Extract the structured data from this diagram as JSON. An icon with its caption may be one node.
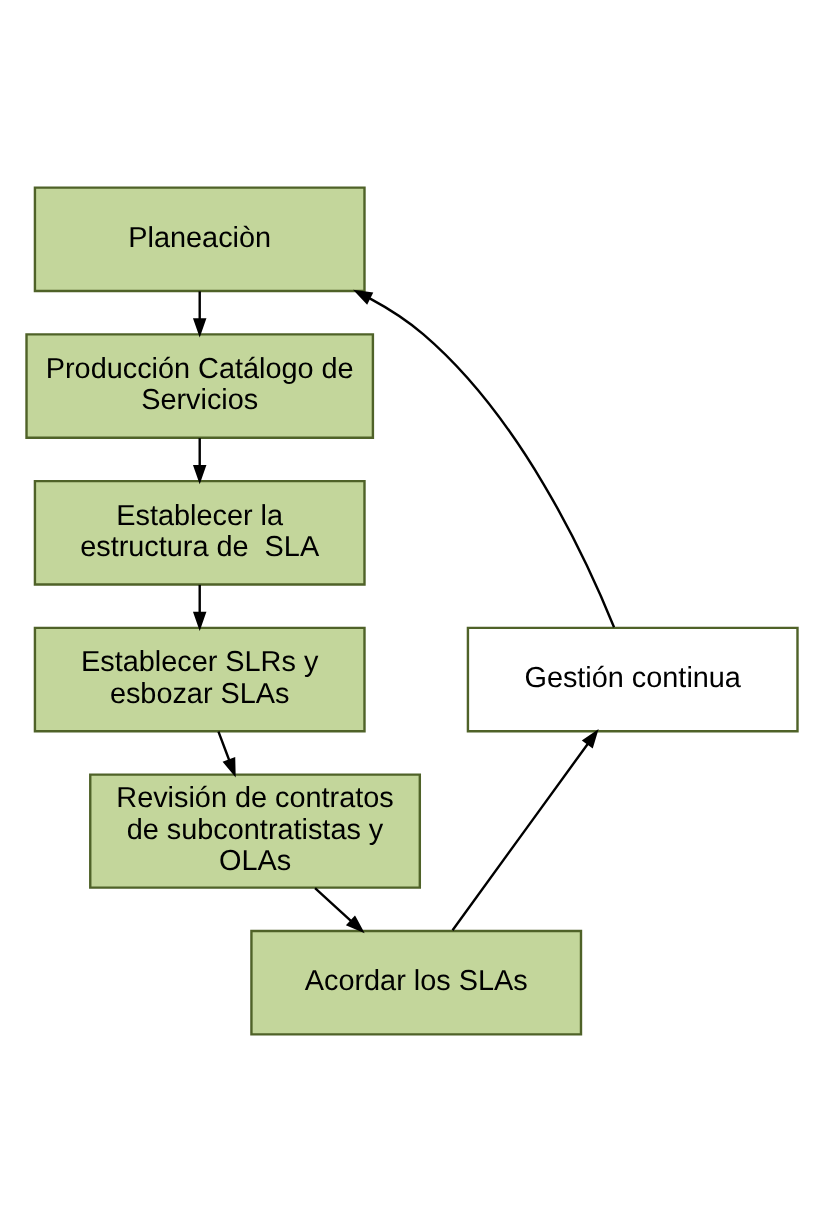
{
  "diagram": {
    "nodes": [
      {
        "text": [
          "Planeaciòn"
        ]
      },
      {
        "text": [
          "Producción Catálogo de Servicios"
        ]
      },
      {
        "text": [
          "Establecer la estructura de  SLA"
        ]
      },
      {
        "text": [
          "Establecer SLRs y esbozar SLAs"
        ]
      },
      {
        "text": [
          "Revisión de contratos de subcontratistas y OLAs"
        ]
      },
      {
        "text": [
          "Acordar los SLAs"
        ]
      },
      {
        "text": [
          "Gestión continua"
        ]
      }
    ],
    "edges": [
      {
        "from": 0,
        "to": 1,
        "arrow": "to"
      },
      {
        "from": 1,
        "to": 2,
        "arrow": "to"
      },
      {
        "from": 2,
        "to": 3,
        "arrow": "to"
      },
      {
        "from": 3,
        "to": 4,
        "arrow": "to"
      },
      {
        "from": 4,
        "to": 5,
        "arrow": "to"
      },
      {
        "from": 5,
        "to": 6,
        "arrow": "to"
      },
      {
        "from": 6,
        "to": 0,
        "arrow": "to"
      }
    ]
  }
}
